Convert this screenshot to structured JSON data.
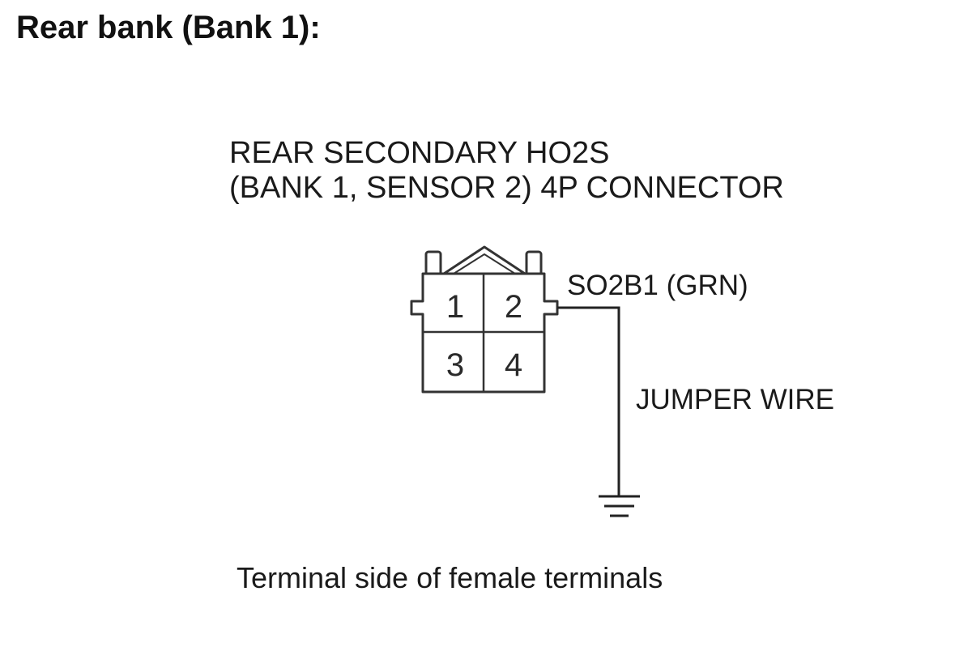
{
  "heading": "Rear bank (Bank 1):",
  "connector": {
    "title_line1": "REAR SECONDARY HO2S",
    "title_line2": "(BANK 1, SENSOR 2) 4P CONNECTOR",
    "pins": [
      "1",
      "2",
      "3",
      "4"
    ]
  },
  "wire_label": "SO2B1 (GRN)",
  "jumper_label": "JUMPER WIRE",
  "caption": "Terminal side of female terminals"
}
